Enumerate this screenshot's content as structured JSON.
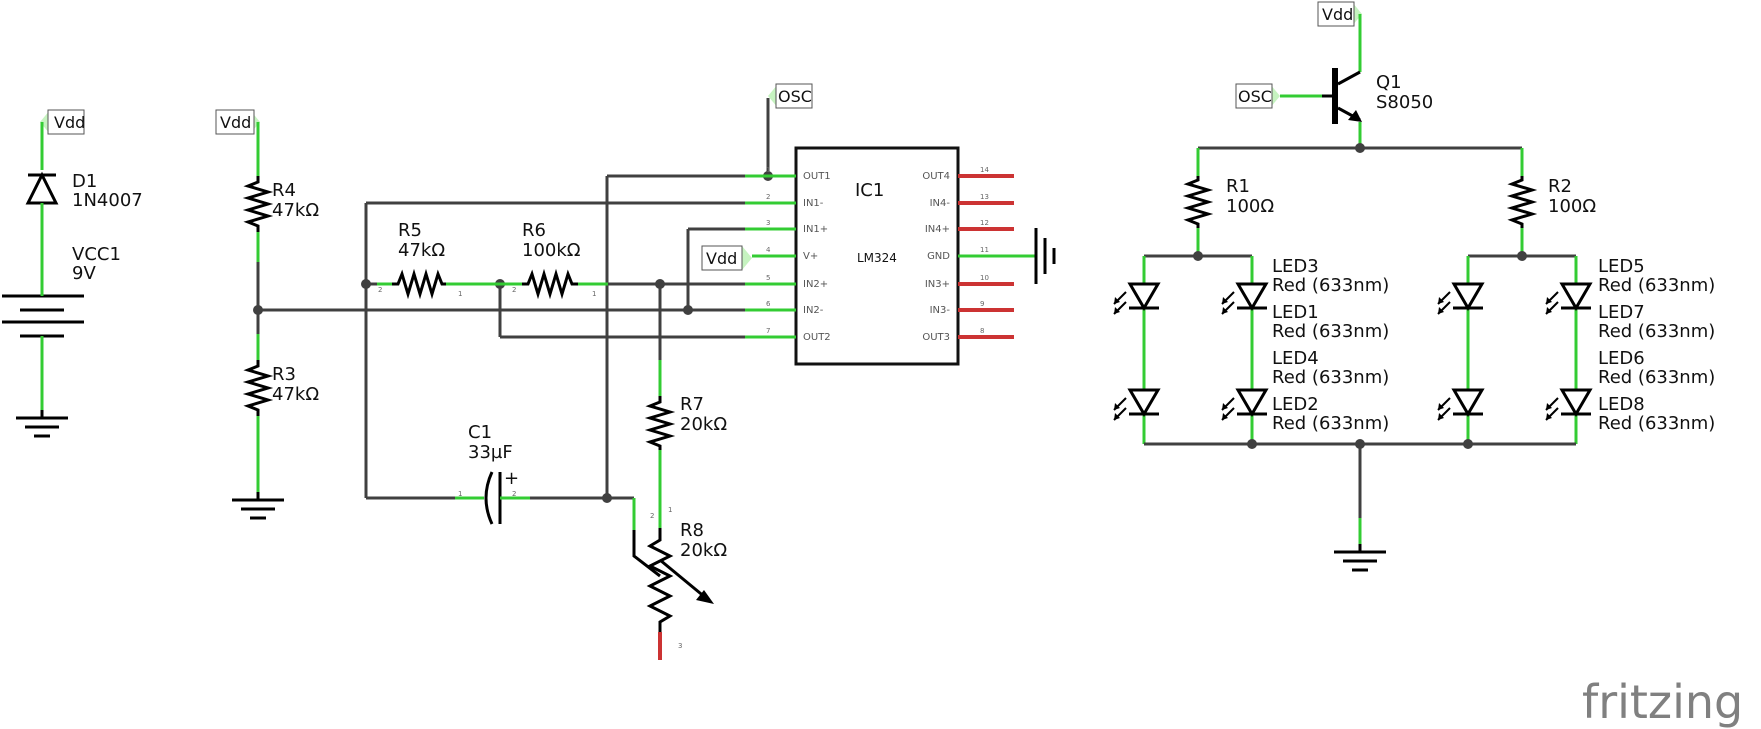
{
  "parts": {
    "d1": {
      "name": "D1",
      "value": "1N4007"
    },
    "vcc1": {
      "name": "VCC1",
      "value": "9V"
    },
    "r4": {
      "name": "R4",
      "value": "47kΩ"
    },
    "r3": {
      "name": "R3",
      "value": "47kΩ"
    },
    "r5": {
      "name": "R5",
      "value": "47kΩ"
    },
    "r6": {
      "name": "R6",
      "value": "100kΩ"
    },
    "r7": {
      "name": "R7",
      "value": "20kΩ"
    },
    "r8": {
      "name": "R8",
      "value": "20kΩ"
    },
    "c1": {
      "name": "C1",
      "value": "33µF",
      "polarity": "+"
    },
    "ic1": {
      "name": "IC1",
      "part": "LM324"
    },
    "q1": {
      "name": "Q1",
      "value": "S8050"
    },
    "r1": {
      "name": "R1",
      "value": "100Ω"
    },
    "r2": {
      "name": "R2",
      "value": "100Ω"
    },
    "led3": {
      "name": "LED3",
      "value": "Red (633nm)"
    },
    "led1": {
      "name": "LED1",
      "value": "Red (633nm)"
    },
    "led4": {
      "name": "LED4",
      "value": "Red (633nm)"
    },
    "led2": {
      "name": "LED2",
      "value": "Red (633nm)"
    },
    "led5": {
      "name": "LED5",
      "value": "Red (633nm)"
    },
    "led7": {
      "name": "LED7",
      "value": "Red (633nm)"
    },
    "led6": {
      "name": "LED6",
      "value": "Red (633nm)"
    },
    "led8": {
      "name": "LED8",
      "value": "Red (633nm)"
    }
  },
  "nets": {
    "vdd": "Vdd",
    "osc": "OSC"
  },
  "ic_pins": {
    "left": [
      {
        "num": "1",
        "label": "OUT1"
      },
      {
        "num": "2",
        "label": "IN1-"
      },
      {
        "num": "3",
        "label": "IN1+"
      },
      {
        "num": "4",
        "label": "V+"
      },
      {
        "num": "5",
        "label": "IN2+"
      },
      {
        "num": "6",
        "label": "IN2-"
      },
      {
        "num": "7",
        "label": "OUT2"
      }
    ],
    "right": [
      {
        "num": "14",
        "label": "OUT4"
      },
      {
        "num": "13",
        "label": "IN4-"
      },
      {
        "num": "12",
        "label": "IN4+"
      },
      {
        "num": "11",
        "label": "GND"
      },
      {
        "num": "10",
        "label": "IN3+"
      },
      {
        "num": "9",
        "label": "IN3-"
      },
      {
        "num": "8",
        "label": "OUT3"
      }
    ]
  },
  "pin_numbers": {
    "one": "1",
    "two": "2",
    "three": "3"
  },
  "brand": "fritzing"
}
